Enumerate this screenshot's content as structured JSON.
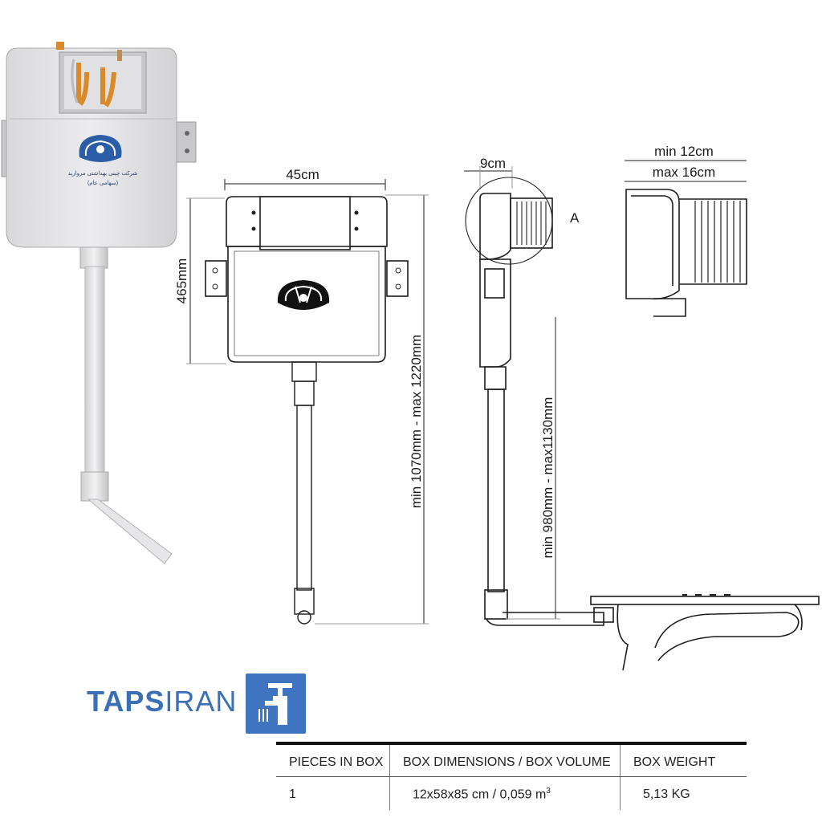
{
  "dimensions": {
    "front_width": "45cm",
    "front_height": "465mm",
    "front_total_height": "min 1070mm - max 1220mm",
    "side_depth": "9cm",
    "side_total_height": "min 980mm - max1130mm",
    "section_label": "A",
    "detail_min": "min 12cm",
    "detail_max": "max 16cm"
  },
  "product_label": {
    "persian_line1": "شرکت چینی بهداشتی مروارید",
    "persian_line2": "(سهامی عام)"
  },
  "brand": {
    "name_bold": "TAPS",
    "name_light": "IRAN",
    "logo_color": "#3f74c0",
    "icon": "faucet-icon"
  },
  "spec_table": {
    "headers": [
      "PIECES IN BOX",
      "BOX DIMENSIONS / BOX VOLUME",
      "BOX WEIGHT"
    ],
    "row": {
      "pieces": "1",
      "dimensions_prefix": "12x58x85 cm  /  0,059 m",
      "dimensions_sup": "3",
      "weight": "5,13 KG"
    }
  }
}
